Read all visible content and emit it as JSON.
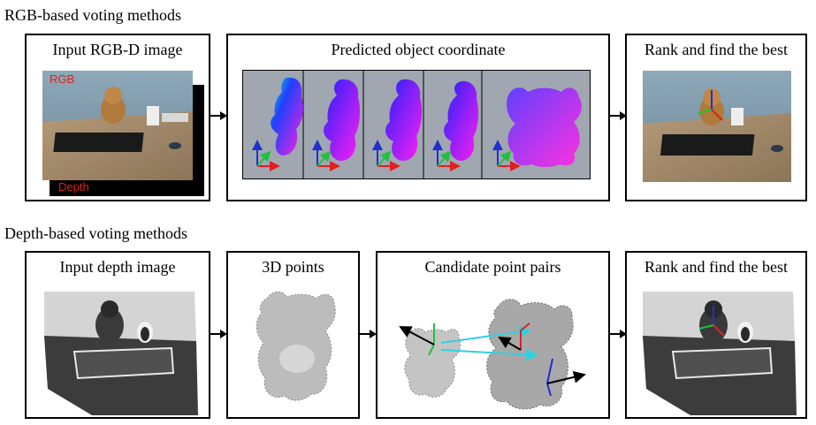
{
  "rgb_section": {
    "title": "RGB-based voting methods",
    "input_panel": {
      "title": "Input RGB-D image",
      "rgb_label": "RGB",
      "depth_label": "Depth"
    },
    "coord_panel": {
      "title": "Predicted object coordinate"
    },
    "rank_panel": {
      "title": "Rank and find the best"
    }
  },
  "depth_section": {
    "title": "Depth-based voting methods",
    "input_panel": {
      "title": "Input depth image"
    },
    "points_panel": {
      "title": "3D points"
    },
    "pairs_panel": {
      "title": "Candidate point pairs"
    },
    "rank_panel": {
      "title": "Rank and find the best"
    }
  },
  "colors": {
    "axis_x": "#e02020",
    "axis_y": "#20c040",
    "axis_z": "#2030d0",
    "cyan_link": "#30d0e0",
    "coord_bg": "#a0a7b0"
  }
}
